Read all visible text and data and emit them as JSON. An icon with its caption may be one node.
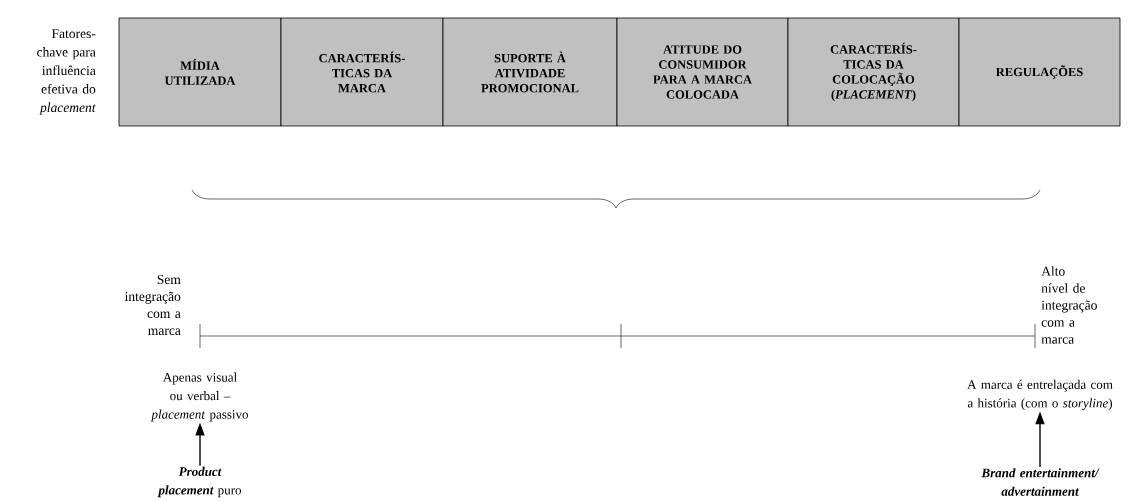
{
  "diagram": {
    "nodes": [
      {
        "text": [
          "MÍDIA UTILIZADA"
        ]
      },
      {
        "text": [
          "CARACTERÍS- TICAS DA MARCA"
        ]
      },
      {
        "text": [
          "SUPORTE À ATIVIDADE PROMOCIONAL"
        ]
      },
      {
        "text": [
          "ATITUDE DO CONSUMIDOR PARA A MARCA COLOCADA"
        ]
      },
      {
        "text": [
          "CARACTERÍS- TICAS DA COLOCAÇÃO (*PLACEMENT*)"
        ]
      },
      {
        "text": [
          "REGULAÇÕES"
        ]
      },
      {
        "text": [
          "Apenas visual ou verbal – *placement* passivo"
        ]
      },
      {
        "text": [
          "**Product placement** puro"
        ]
      },
      {
        "text": [
          "A marca é entrelaçada com a história (com o *storyline*)"
        ]
      },
      {
        "text": [
          "Brand entertainment/ advertainment"
        ]
      }
    ],
    "edges": [
      {
        "from": 7,
        "to": 6,
        "arrow": "to"
      },
      {
        "from": 9,
        "to": 8,
        "arrow": "to"
      }
    ],
    "labels": [
      "Fatores-chave para influência efetiva do *placement*",
      "Sem integração com a marca",
      "Alto nível de integração com a marca"
    ]
  }
}
